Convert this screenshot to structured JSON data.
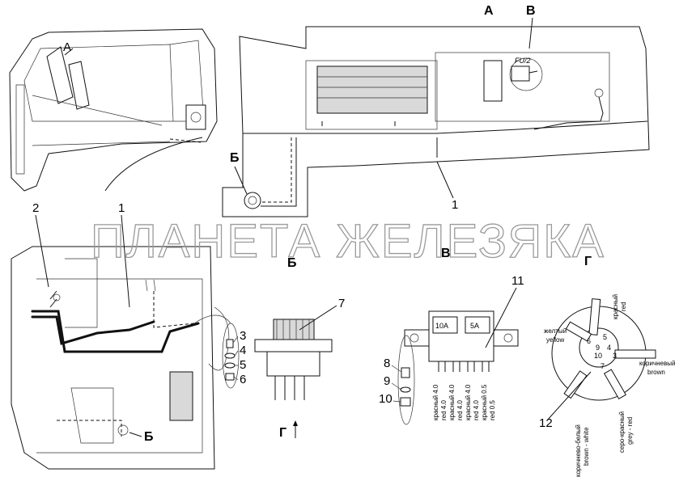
{
  "watermark": "ПЛАНЕТА ЖЕЛЕЗЯКА",
  "views": {
    "A": "А",
    "B_cyr": "В",
    "Bcyr_b": "Б",
    "G": "Г"
  },
  "labels": {
    "cab_view_A": "А",
    "top_A": "А",
    "top_V": "В",
    "top_B": "Б",
    "fuse": "FU/2",
    "callout_1_top": "1",
    "callout_2": "2",
    "callout_1_left": "1",
    "left_B": "Б",
    "section_B": "Б",
    "section_V": "В",
    "section_G": "Г",
    "view_G_arrow": "Г",
    "callout_3": "3",
    "callout_4": "4",
    "callout_5": "5",
    "callout_6": "6",
    "callout_7": "7",
    "callout_8": "8",
    "callout_9": "9",
    "callout_10": "10",
    "callout_11": "11",
    "callout_12": "12"
  },
  "fuse_block": {
    "fuse1": "10A",
    "fuse2": "5A",
    "wires": [
      "красный 4.0",
      "red 4.0",
      "красный 4.0",
      "red 4.0",
      "красный 4.0",
      "red 4.0",
      "красный 0.5",
      "red 0.5"
    ]
  },
  "connector": {
    "pins": [
      "5",
      "6",
      "4",
      "9",
      "10",
      "3",
      "7"
    ],
    "wire_labels": {
      "red_ru": "красный",
      "red_en": "red",
      "yellow_ru": "желтый",
      "yellow_en": "yellow",
      "brown_ru": "коричневый",
      "brown_en": "brown",
      "brown_white_ru": "коричнево-белый",
      "brown_white_en": "brown - white",
      "grey_red_ru": "серо-красный",
      "grey_red_en": "grey - red"
    }
  }
}
